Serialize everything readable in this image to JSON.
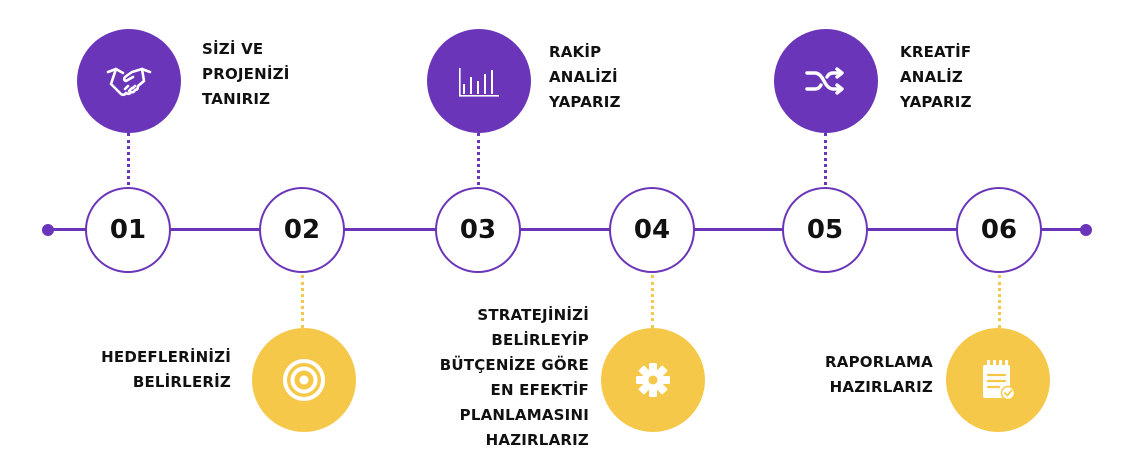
{
  "steps": [
    {
      "number": "01"
    },
    {
      "number": "02"
    },
    {
      "number": "03"
    },
    {
      "number": "04"
    },
    {
      "number": "05"
    },
    {
      "number": "06"
    }
  ],
  "top_items": [
    {
      "icon": "handshake-icon",
      "lines": [
        "SİZİ VE",
        "PROJENİZİ",
        "TANIRIZ"
      ]
    },
    {
      "icon": "bar-chart-icon",
      "lines": [
        "RAKİP",
        "ANALİZİ",
        "YAPARIZ"
      ]
    },
    {
      "icon": "shuffle-icon",
      "lines": [
        "KREATİF",
        "ANALİZ",
        "YAPARIZ"
      ]
    }
  ],
  "bottom_items": [
    {
      "icon": "target-icon",
      "lines": [
        "HEDEFLERİNİZİ",
        "BELİRLERİZ"
      ]
    },
    {
      "icon": "gear-icon",
      "lines": [
        "STRATEJİNİZİ",
        "BELİRLEYİP",
        "BÜTÇENİZE GÖRE",
        "EN EFEKTİF",
        "PLANLAMASINI",
        "HAZIRLARIZ"
      ]
    },
    {
      "icon": "report-icon",
      "lines": [
        "RAPORLAMA",
        "HAZIRLARIZ"
      ]
    }
  ],
  "colors": {
    "purple": "#6a35b8",
    "yellow": "#f6c84a",
    "text": "#111111"
  }
}
